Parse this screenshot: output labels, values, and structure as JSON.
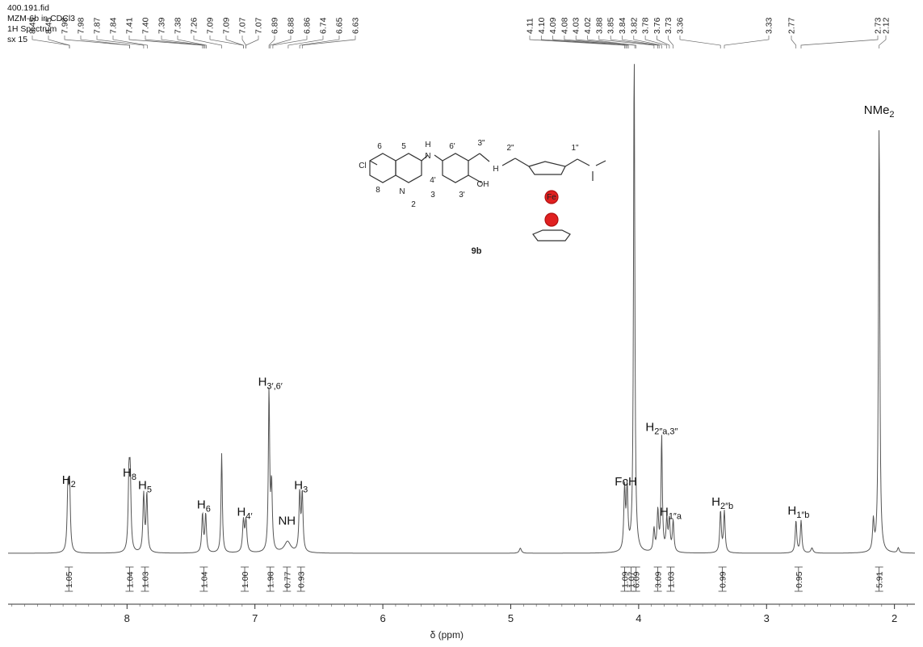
{
  "meta": {
    "line1": "400.191.fid",
    "line2": "MZM-6b in CDCl3",
    "line3": "1H Spectrum",
    "line4": "sx 15"
  },
  "colors": {
    "spectrum": "#555555",
    "ferrocene": "#e02020",
    "axis": "#333333"
  },
  "chart_data": {
    "type": "line",
    "title": "",
    "xlabel": "δ (ppm)",
    "ylabel": "",
    "xlim": [
      8.93,
      1.84
    ],
    "x_reversed": true,
    "grid": false,
    "xticks": [
      8,
      7,
      6,
      5,
      4,
      3,
      2
    ],
    "peak_list": [
      "8.45",
      "8.45",
      "7.98",
      "7.98",
      "7.87",
      "7.84",
      "7.41",
      "7.40",
      "7.39",
      "7.38",
      "7.26",
      "7.09",
      "7.09",
      "7.07",
      "7.07",
      "6.89",
      "6.88",
      "6.86",
      "6.74",
      "6.65",
      "6.63",
      "4.11",
      "4.10",
      "4.09",
      "4.08",
      "4.03",
      "4.02",
      "3.88",
      "3.85",
      "3.84",
      "3.82",
      "3.78",
      "3.76",
      "3.73",
      "3.36",
      "3.33",
      "2.77",
      "2.73",
      "2.12"
    ],
    "peaks": [
      {
        "ppm": 8.462,
        "height": 0.125,
        "width": 0.007
      },
      {
        "ppm": 8.449,
        "height": 0.125,
        "width": 0.007
      },
      {
        "ppm": 7.985,
        "height": 0.14,
        "width": 0.007
      },
      {
        "ppm": 7.975,
        "height": 0.14,
        "width": 0.007
      },
      {
        "ppm": 7.87,
        "height": 0.115,
        "width": 0.007
      },
      {
        "ppm": 7.845,
        "height": 0.115,
        "width": 0.007
      },
      {
        "ppm": 7.41,
        "height": 0.076,
        "width": 0.007
      },
      {
        "ppm": 7.385,
        "height": 0.076,
        "width": 0.007
      },
      {
        "ppm": 7.26,
        "height": 0.198,
        "width": 0.006
      },
      {
        "ppm": 7.09,
        "height": 0.062,
        "width": 0.008
      },
      {
        "ppm": 7.07,
        "height": 0.062,
        "width": 0.008
      },
      {
        "ppm": 6.89,
        "height": 0.32,
        "width": 0.006
      },
      {
        "ppm": 6.87,
        "height": 0.13,
        "width": 0.007
      },
      {
        "ppm": 6.745,
        "height": 0.022,
        "width": 0.03
      },
      {
        "ppm": 6.65,
        "height": 0.115,
        "width": 0.007
      },
      {
        "ppm": 6.63,
        "height": 0.115,
        "width": 0.007
      },
      {
        "ppm": 4.925,
        "height": 0.01,
        "width": 0.01
      },
      {
        "ppm": 4.11,
        "height": 0.122,
        "width": 0.007
      },
      {
        "ppm": 4.09,
        "height": 0.122,
        "width": 0.007
      },
      {
        "ppm": 4.035,
        "height": 1.0,
        "width": 0.006
      },
      {
        "ppm": 3.88,
        "height": 0.045,
        "width": 0.007
      },
      {
        "ppm": 3.85,
        "height": 0.08,
        "width": 0.007
      },
      {
        "ppm": 3.82,
        "height": 0.23,
        "width": 0.006
      },
      {
        "ppm": 3.78,
        "height": 0.062,
        "width": 0.007
      },
      {
        "ppm": 3.76,
        "height": 0.062,
        "width": 0.007
      },
      {
        "ppm": 3.73,
        "height": 0.062,
        "width": 0.007
      },
      {
        "ppm": 3.36,
        "height": 0.082,
        "width": 0.007
      },
      {
        "ppm": 3.33,
        "height": 0.082,
        "width": 0.007
      },
      {
        "ppm": 2.77,
        "height": 0.064,
        "width": 0.007
      },
      {
        "ppm": 2.73,
        "height": 0.064,
        "width": 0.007
      },
      {
        "ppm": 2.645,
        "height": 0.01,
        "width": 0.01
      },
      {
        "ppm": 2.165,
        "height": 0.06,
        "width": 0.007
      },
      {
        "ppm": 2.12,
        "height": 0.86,
        "width": 0.006
      },
      {
        "ppm": 1.97,
        "height": 0.01,
        "width": 0.008
      }
    ],
    "annotations": [
      {
        "main": "H",
        "sub": "2",
        "ppm": 8.455,
        "level": 0.125
      },
      {
        "main": "H",
        "sub": "8",
        "ppm": 7.98,
        "level": 0.14
      },
      {
        "main": "H",
        "sub": "5",
        "ppm": 7.86,
        "level": 0.115
      },
      {
        "main": "H",
        "sub": "6",
        "ppm": 7.4,
        "level": 0.076
      },
      {
        "main": "H",
        "sub": "4′",
        "ppm": 7.08,
        "level": 0.062
      },
      {
        "main": "H",
        "sub": "3′,6′",
        "ppm": 6.88,
        "level": 0.32
      },
      {
        "main": "NH",
        "sub": "",
        "ppm": 6.75,
        "level": 0.044
      },
      {
        "main": "H",
        "sub": "3",
        "ppm": 6.64,
        "level": 0.115
      },
      {
        "main": "FcH",
        "sub": "",
        "ppm": 4.1,
        "level": 0.122
      },
      {
        "main": "H",
        "sub": "2″a,3″",
        "ppm": 3.82,
        "level": 0.23
      },
      {
        "main": "H",
        "sub": "1″a",
        "ppm": 3.75,
        "level": 0.062
      },
      {
        "main": "H",
        "sub": "2″b",
        "ppm": 3.345,
        "level": 0.082
      },
      {
        "main": "H",
        "sub": "1″b",
        "ppm": 2.75,
        "level": 0.064
      },
      {
        "main": "NMe",
        "sub": "2",
        "ppm": 2.12,
        "level": 0.86
      }
    ],
    "integrals": [
      {
        "ppm": 8.455,
        "value": "1.05"
      },
      {
        "ppm": 7.98,
        "value": "1.04"
      },
      {
        "ppm": 7.86,
        "value": "1.03"
      },
      {
        "ppm": 7.4,
        "value": "1.04"
      },
      {
        "ppm": 7.08,
        "value": "1.00"
      },
      {
        "ppm": 6.88,
        "value": "1.98"
      },
      {
        "ppm": 6.75,
        "value": "0.77"
      },
      {
        "ppm": 6.64,
        "value": "0.93"
      },
      {
        "ppm": 4.11,
        "value": "1.09"
      },
      {
        "ppm": 4.06,
        "value": "1.07"
      },
      {
        "ppm": 4.02,
        "value": "6.09"
      },
      {
        "ppm": 3.85,
        "value": "3.09"
      },
      {
        "ppm": 3.75,
        "value": "1.03"
      },
      {
        "ppm": 3.345,
        "value": "0.99"
      },
      {
        "ppm": 2.75,
        "value": "0.95"
      },
      {
        "ppm": 2.12,
        "value": "5.91"
      }
    ]
  },
  "structure": {
    "compound_id": "9b",
    "atom_labels": [
      "Cl",
      "N",
      "H",
      "N",
      "H",
      "OH",
      "Fe",
      "6",
      "5",
      "8",
      "2",
      "3",
      "6'",
      "3\"",
      "2\"",
      "1\"",
      "4'",
      "3'"
    ]
  }
}
